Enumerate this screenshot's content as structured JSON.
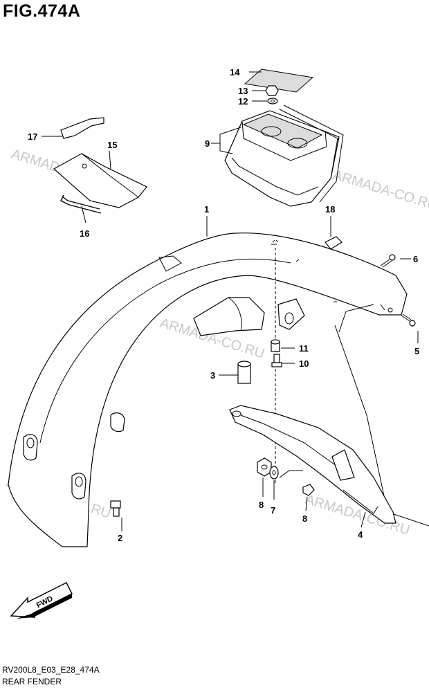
{
  "figure": {
    "title": "FIG.474A",
    "code": "RV200L8_E03_E28_474A",
    "name": "REAR FENDER"
  },
  "watermark": "ARMADA-CO.RU",
  "fwd_label": "FWD",
  "callouts": {
    "p1": "1",
    "p2": "2",
    "p3": "3",
    "p4": "4",
    "p5": "5",
    "p6": "6",
    "p7": "7",
    "p8a": "8",
    "p8b": "8",
    "p9": "9",
    "p10": "10",
    "p11": "11",
    "p12": "12",
    "p13": "13",
    "p14": "14",
    "p15": "15",
    "p16": "16",
    "p17": "17",
    "p18": "18"
  }
}
